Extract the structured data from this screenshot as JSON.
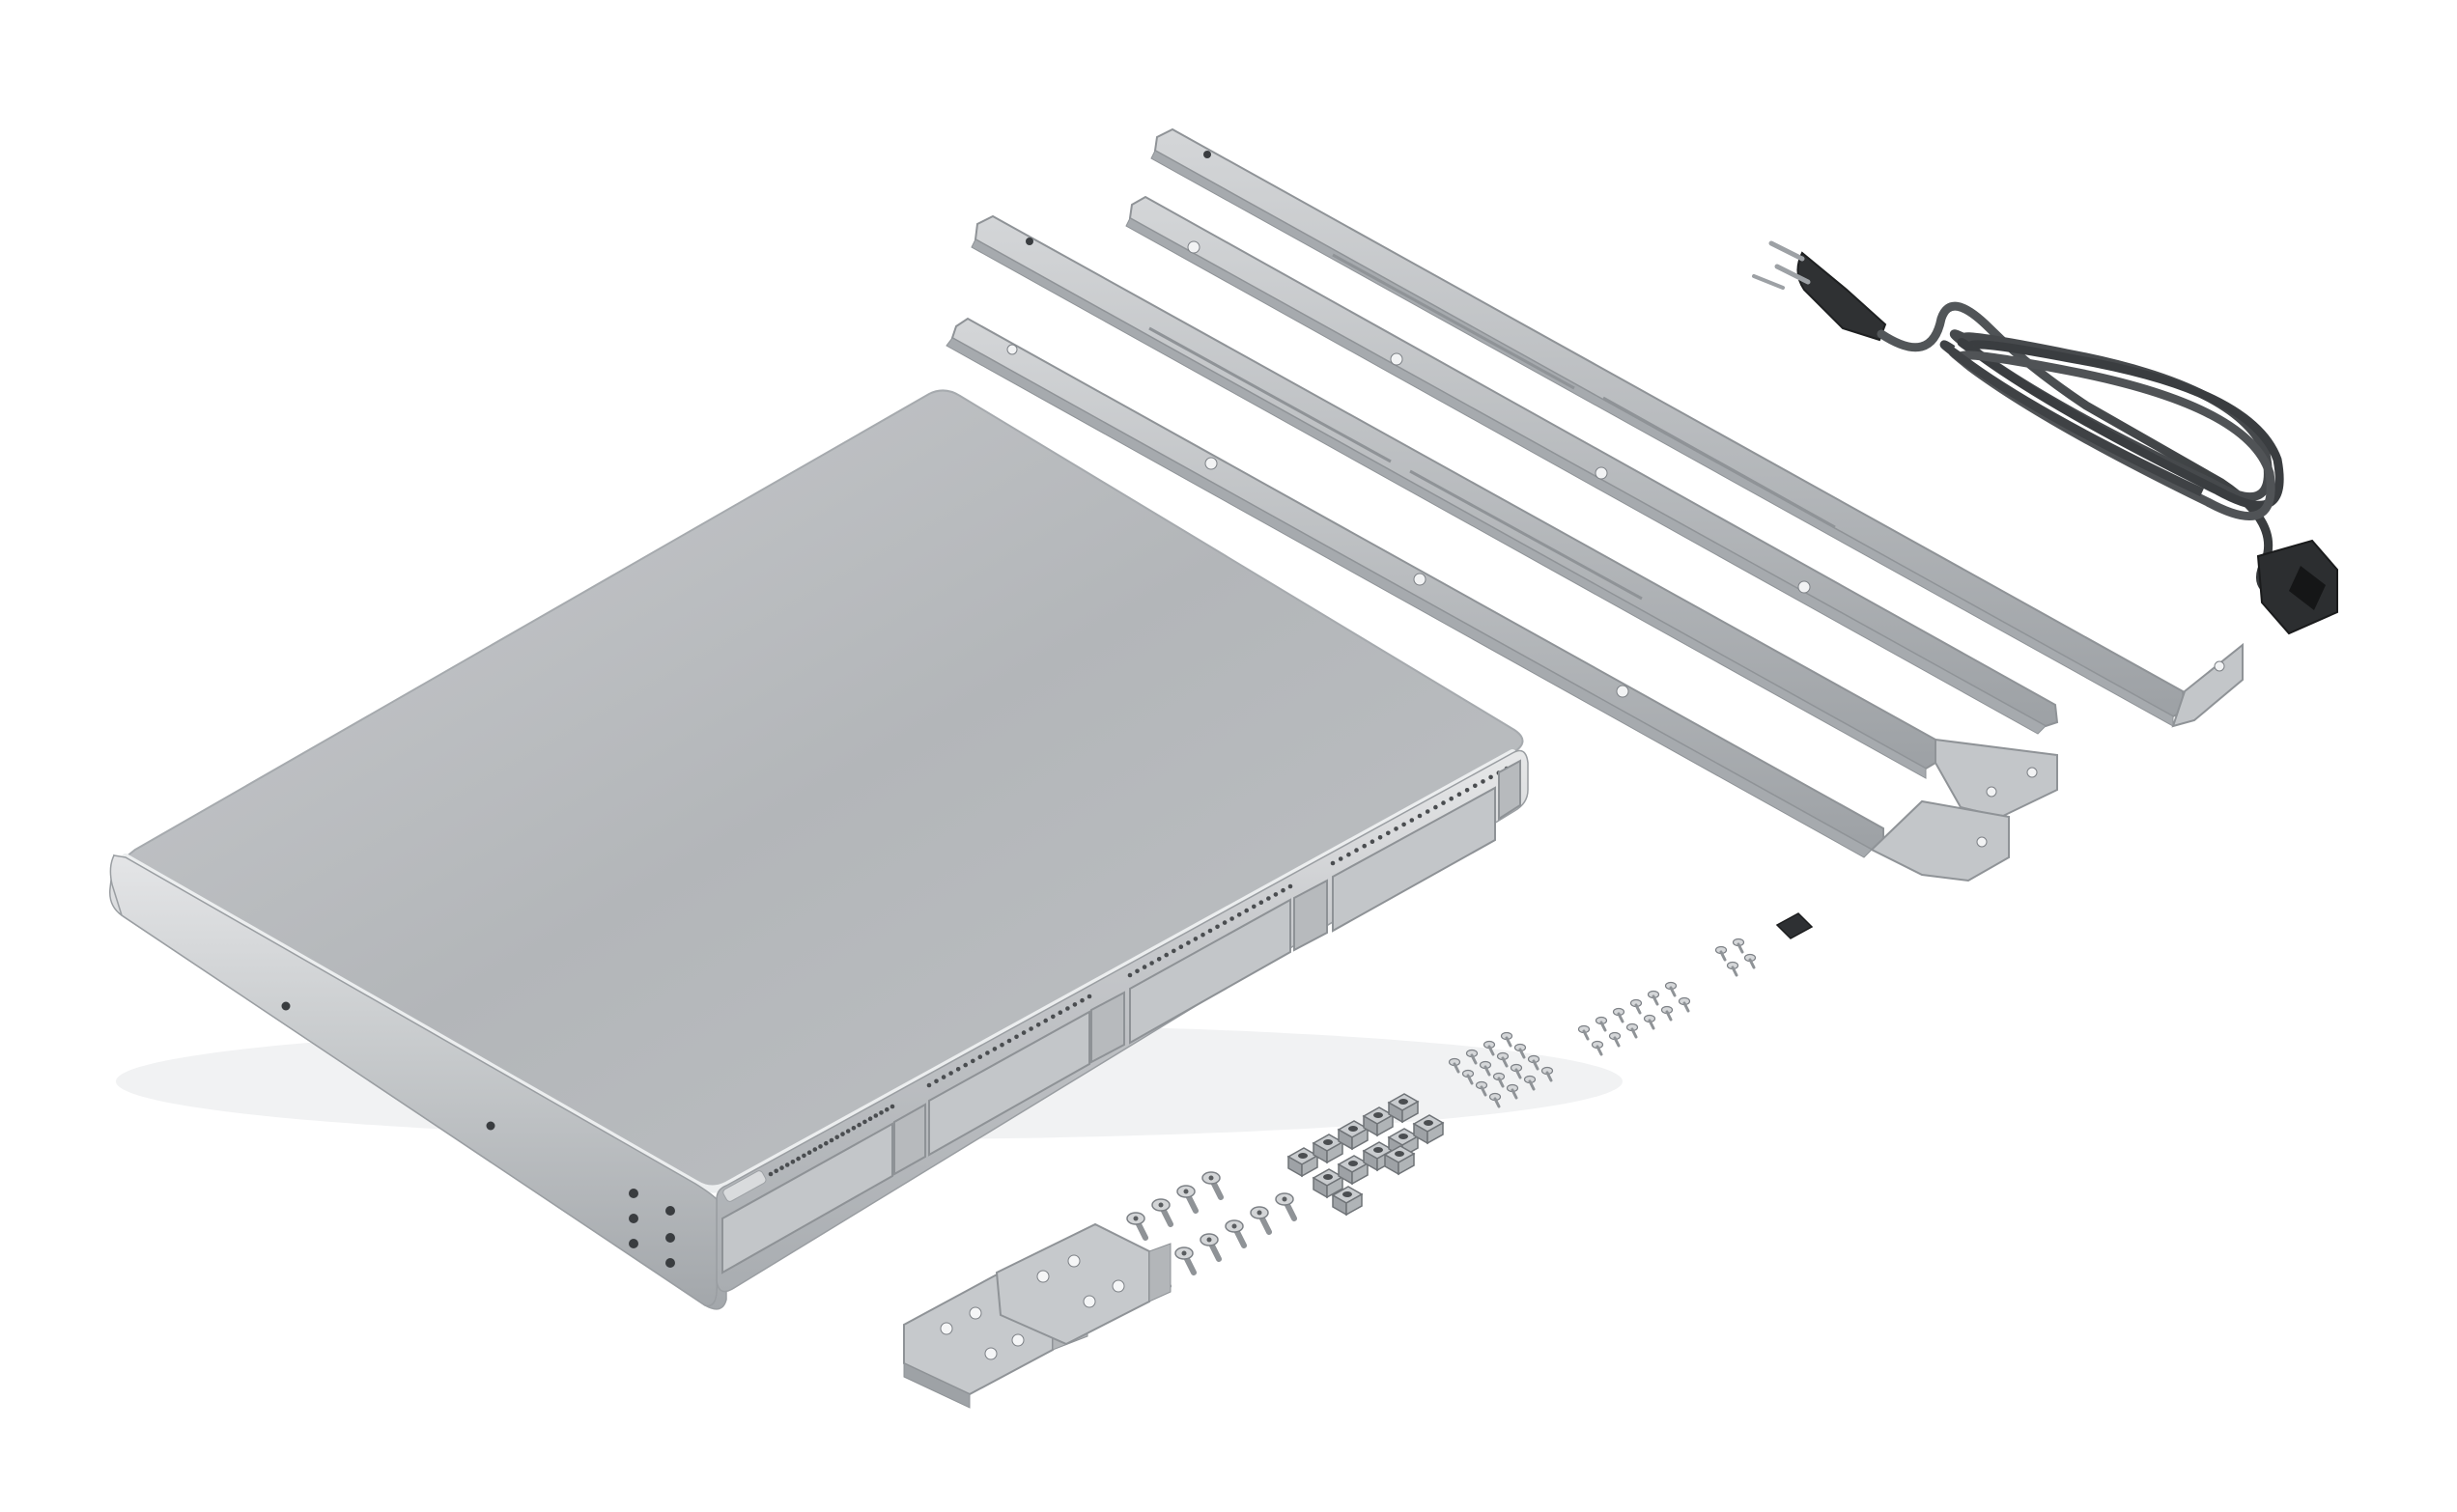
{
  "scene": {
    "description_label": "",
    "device": {
      "front_badge_text": "",
      "drive_bay_count": 4
    },
    "kit": {
      "rails": [
        "rail-1",
        "rail-2",
        "rail-3",
        "rail-4"
      ],
      "power_cord": "power-cord",
      "ear_brackets": 2,
      "screws": 10,
      "cage_nuts": 10,
      "small_screws_group_a": 16,
      "small_screws_group_b": 12,
      "small_screws_group_c": 4,
      "thermal_pad": 1
    },
    "colors": {
      "metal_top": "#b9bcbf",
      "metal_light": "#d7d9db",
      "metal_edge": "#9ea2a6",
      "metal_dark": "#7d8186",
      "cord": "#3f4245",
      "plug": "#2c2e30",
      "pad": "#2e3033"
    }
  }
}
